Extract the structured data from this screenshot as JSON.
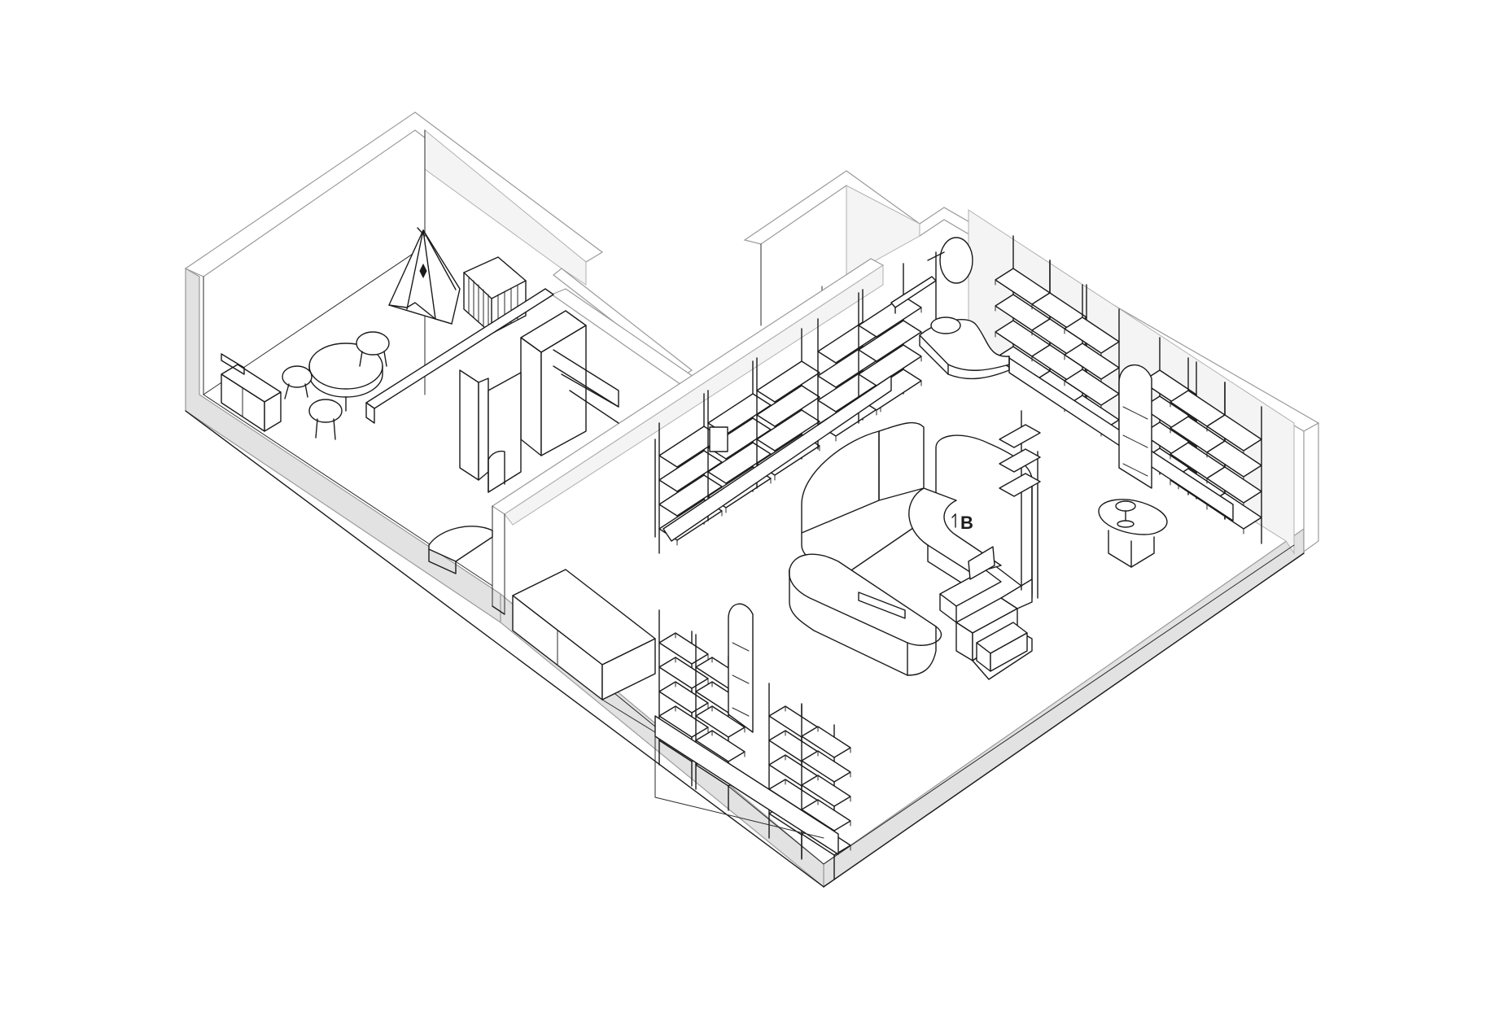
{
  "drawing": {
    "type": "isometric-floor-plan",
    "line_color": "#1a1a1a",
    "wall_shade_color": "#e2e2e2",
    "wall_inner_color": "#f4f4f4",
    "background_color": "#ffffff"
  },
  "counter": {
    "logo_text": "B"
  },
  "elements": {
    "playroom": [
      "teepee-tent",
      "crib",
      "round-table",
      "chairs",
      "low-cabinet"
    ],
    "shop": [
      "wall-shelving-left",
      "wall-shelving-right",
      "wall-shelving-front",
      "cashier-counter",
      "display-table",
      "mirror",
      "bench"
    ]
  }
}
